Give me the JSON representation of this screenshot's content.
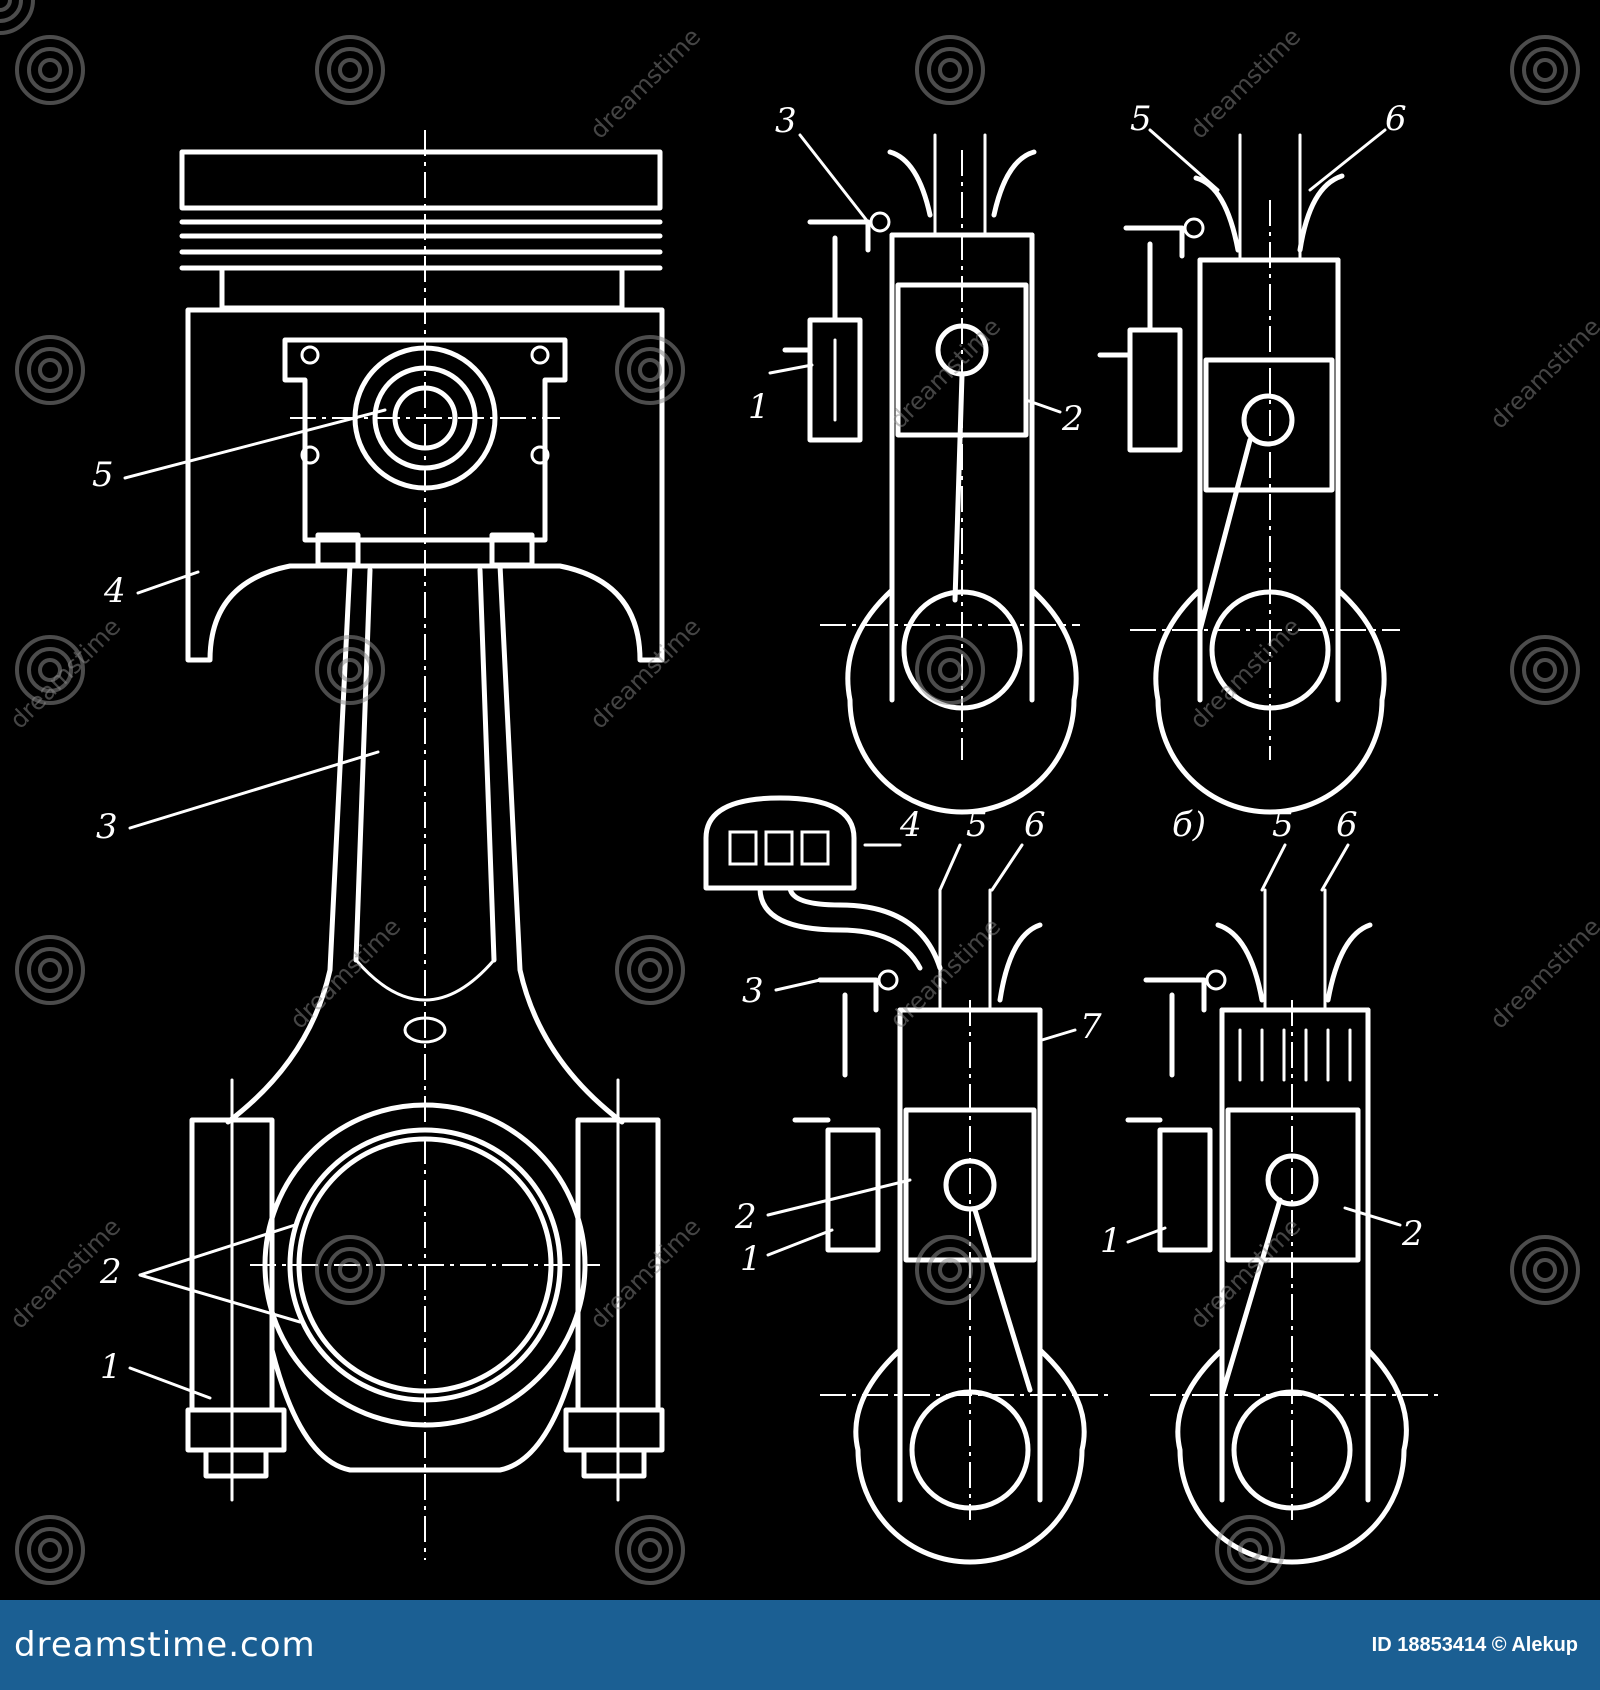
{
  "diagram": {
    "left_labels": {
      "l1": "1",
      "l2": "2",
      "l3": "3",
      "l4": "4",
      "l5": "5"
    },
    "top_left_labels": {
      "l1": "1",
      "l2": "2",
      "l3": "3"
    },
    "top_right_labels": {
      "l5": "5",
      "l6": "6"
    },
    "bottom_left_labels": {
      "l1": "1",
      "l2": "2",
      "l3": "3",
      "l4": "4",
      "l5": "5",
      "l6": "6",
      "l7": "7"
    },
    "bottom_right_labels": {
      "caption": "б)",
      "l1": "1",
      "l2": "2",
      "l5": "5",
      "l6": "6"
    }
  },
  "watermark": {
    "text": "dreamstime",
    "icon": "spiral-logo-icon"
  },
  "footer": {
    "brand": "dreamstime.com",
    "id_text": "ID 18853414",
    "credit": "© Alekup",
    "background": "#1b5f93"
  }
}
